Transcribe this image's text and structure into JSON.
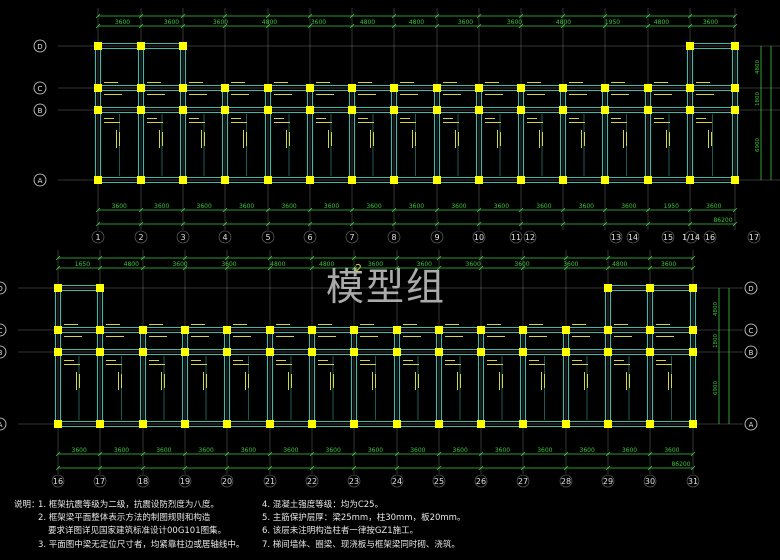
{
  "watermark": "模型组",
  "plan_title": "2",
  "colors": {
    "background": "#000000",
    "beam": "#3fb8a8",
    "column": "#ffff00",
    "axis_line": "#d7d7d7",
    "axis_label": "#e0e0e0",
    "dimension": "#3cc43c",
    "annotation": "#d4d44a",
    "text": "#e6e6e6"
  },
  "top_plan": {
    "axis_numbers": [
      "1",
      "2",
      "3",
      "4",
      "5",
      "6",
      "7",
      "8",
      "9",
      "10",
      "11",
      "12",
      "13",
      "14",
      "15",
      "1/14",
      "16",
      "17"
    ],
    "row_axes": [
      "D",
      "C",
      "B",
      "A"
    ],
    "top_dimensions": [
      "3600",
      "3600",
      "3600",
      "4800",
      "3600",
      "4800",
      "4800",
      "3600",
      "3600",
      "4800",
      "1950",
      "4800",
      "3600"
    ],
    "bottom_dimensions": [
      "3600",
      "3600",
      "3600",
      "3600",
      "3600",
      "3600",
      "3600",
      "3600",
      "3600",
      "3600",
      "3600",
      "3600",
      "3600",
      "1950",
      "3600"
    ],
    "total_dimension": "86200",
    "right_dimensions": [
      "4800",
      "1800",
      "6900"
    ]
  },
  "bottom_plan": {
    "axis_numbers": [
      "16",
      "17",
      "18",
      "19",
      "20",
      "21",
      "22",
      "23",
      "24",
      "25",
      "26",
      "27",
      "28",
      "29",
      "30",
      "31"
    ],
    "row_axes": [
      "D",
      "C",
      "B",
      "A"
    ],
    "top_dimensions": [
      "1650",
      "4800",
      "3600",
      "3600",
      "4800",
      "4800",
      "3600",
      "3600",
      "3600",
      "3600",
      "3600",
      "4800",
      "3600"
    ],
    "bottom_dimensions": [
      "3600",
      "3600",
      "3600",
      "3600",
      "3600",
      "3600",
      "3600",
      "3600",
      "3600",
      "3600",
      "3600",
      "3600",
      "3600",
      "3600",
      "3600"
    ],
    "total_dimension": "86200",
    "right_dimensions": [
      "4800",
      "1800",
      "6900"
    ]
  },
  "notes": {
    "label": "说明：",
    "items": [
      "1. 框架抗震等级为二级，抗震设防烈度为八度。",
      "2. 框架梁平面整体表示方法的制图规则和构造",
      "要求详图详见国家建筑标准设计00G101图集。",
      "3. 平面图中梁无定位尺寸者，均紧靠柱边或居轴线中。",
      "4. 混凝土强度等级：均为C25。",
      "5. 主筋保护层厚：梁25mm，柱30mm，板20mm。",
      "6. 该层未注明构造柱者一律按GZ1施工。",
      "7. 梯间墙体、圈梁、现浇板与框架梁同时砌、浇筑。"
    ]
  }
}
